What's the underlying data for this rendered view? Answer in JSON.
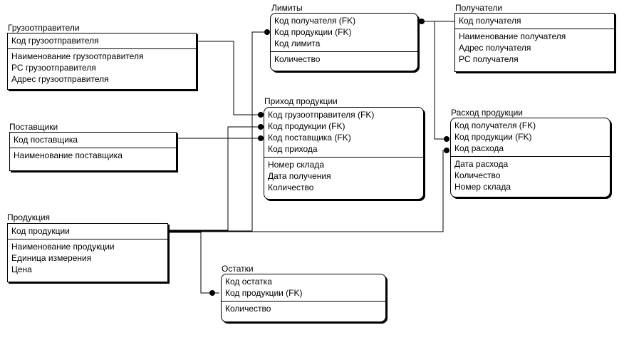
{
  "entities": {
    "shippers": {
      "title": "Грузоотправители",
      "pk": [
        "Код грузоотправителя"
      ],
      "attrs": [
        "Наименование грузоотправителя",
        "РС грузоотправителя",
        "Адрес грузоотправителя"
      ]
    },
    "suppliers": {
      "title": "Поставщики",
      "pk": [
        "Код поставщика"
      ],
      "attrs": [
        "Наименование поставщика"
      ]
    },
    "products": {
      "title": "Продукция",
      "pk": [
        "Код продукции"
      ],
      "attrs": [
        "Наименование продукции",
        "Единица измерения",
        "Цена"
      ]
    },
    "limits": {
      "title": "Лимиты",
      "pk": [
        "Код получателя (FK)",
        "Код продукции (FK)",
        "Код лимита"
      ],
      "attrs": [
        "Количество"
      ]
    },
    "recipients": {
      "title": "Получатели",
      "pk": [
        "Код получателя"
      ],
      "attrs": [
        "Наименование получателя",
        "Адрес получателя",
        "РС получателя"
      ]
    },
    "income": {
      "title": "Приход продукции",
      "pk": [
        "Код грузоотправителя (FK)",
        "Код продукции (FK)",
        "Код поставщика (FK)",
        "Код прихода"
      ],
      "attrs": [
        "Номер склада",
        "Дата получения",
        "Количество"
      ]
    },
    "expense": {
      "title": "Расход продукции",
      "pk": [
        "Код получателя (FK)",
        "Код продукции (FK)",
        "Код расхода"
      ],
      "attrs": [
        "Дата расхода",
        "Количество",
        "Номер склада"
      ]
    },
    "stock": {
      "title": "Остатки",
      "pk": [
        "Код остатка",
        "Код продукции (FK)"
      ],
      "attrs": [
        "Количество"
      ]
    }
  }
}
